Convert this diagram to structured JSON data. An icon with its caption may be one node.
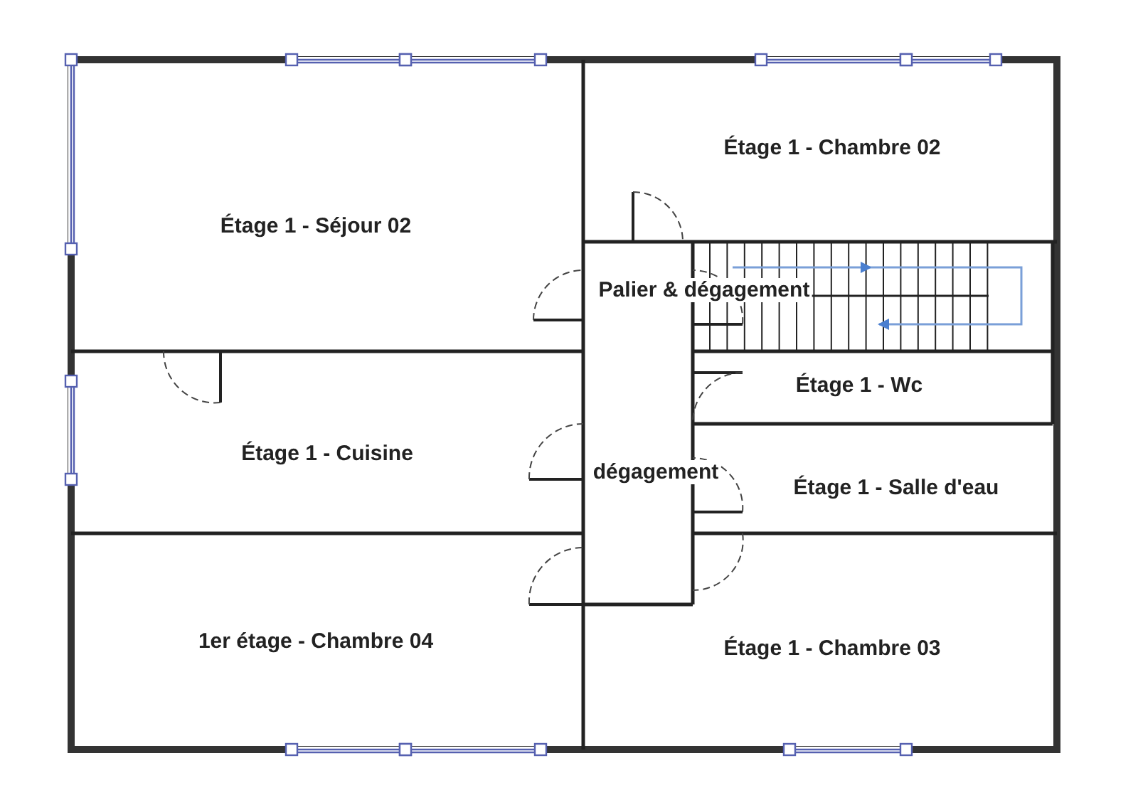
{
  "diagram": {
    "nodes": [
      {
        "text": [
          "Étage 1 - Séjour 02"
        ]
      },
      {
        "text": [
          "Étage 1 - Chambre 02"
        ]
      },
      {
        "text": [
          "Palier & dégagement"
        ]
      },
      {
        "text": [
          "Étage 1 - Cuisine"
        ]
      },
      {
        "text": [
          "Étage 1 - Wc"
        ]
      },
      {
        "text": [
          "dégagement"
        ]
      },
      {
        "text": [
          "Étage 1 - Salle d'eau"
        ]
      },
      {
        "text": [
          "1er étage - Chambre 04"
        ]
      },
      {
        "text": [
          "Étage 1 - Chambre 03"
        ]
      }
    ]
  }
}
